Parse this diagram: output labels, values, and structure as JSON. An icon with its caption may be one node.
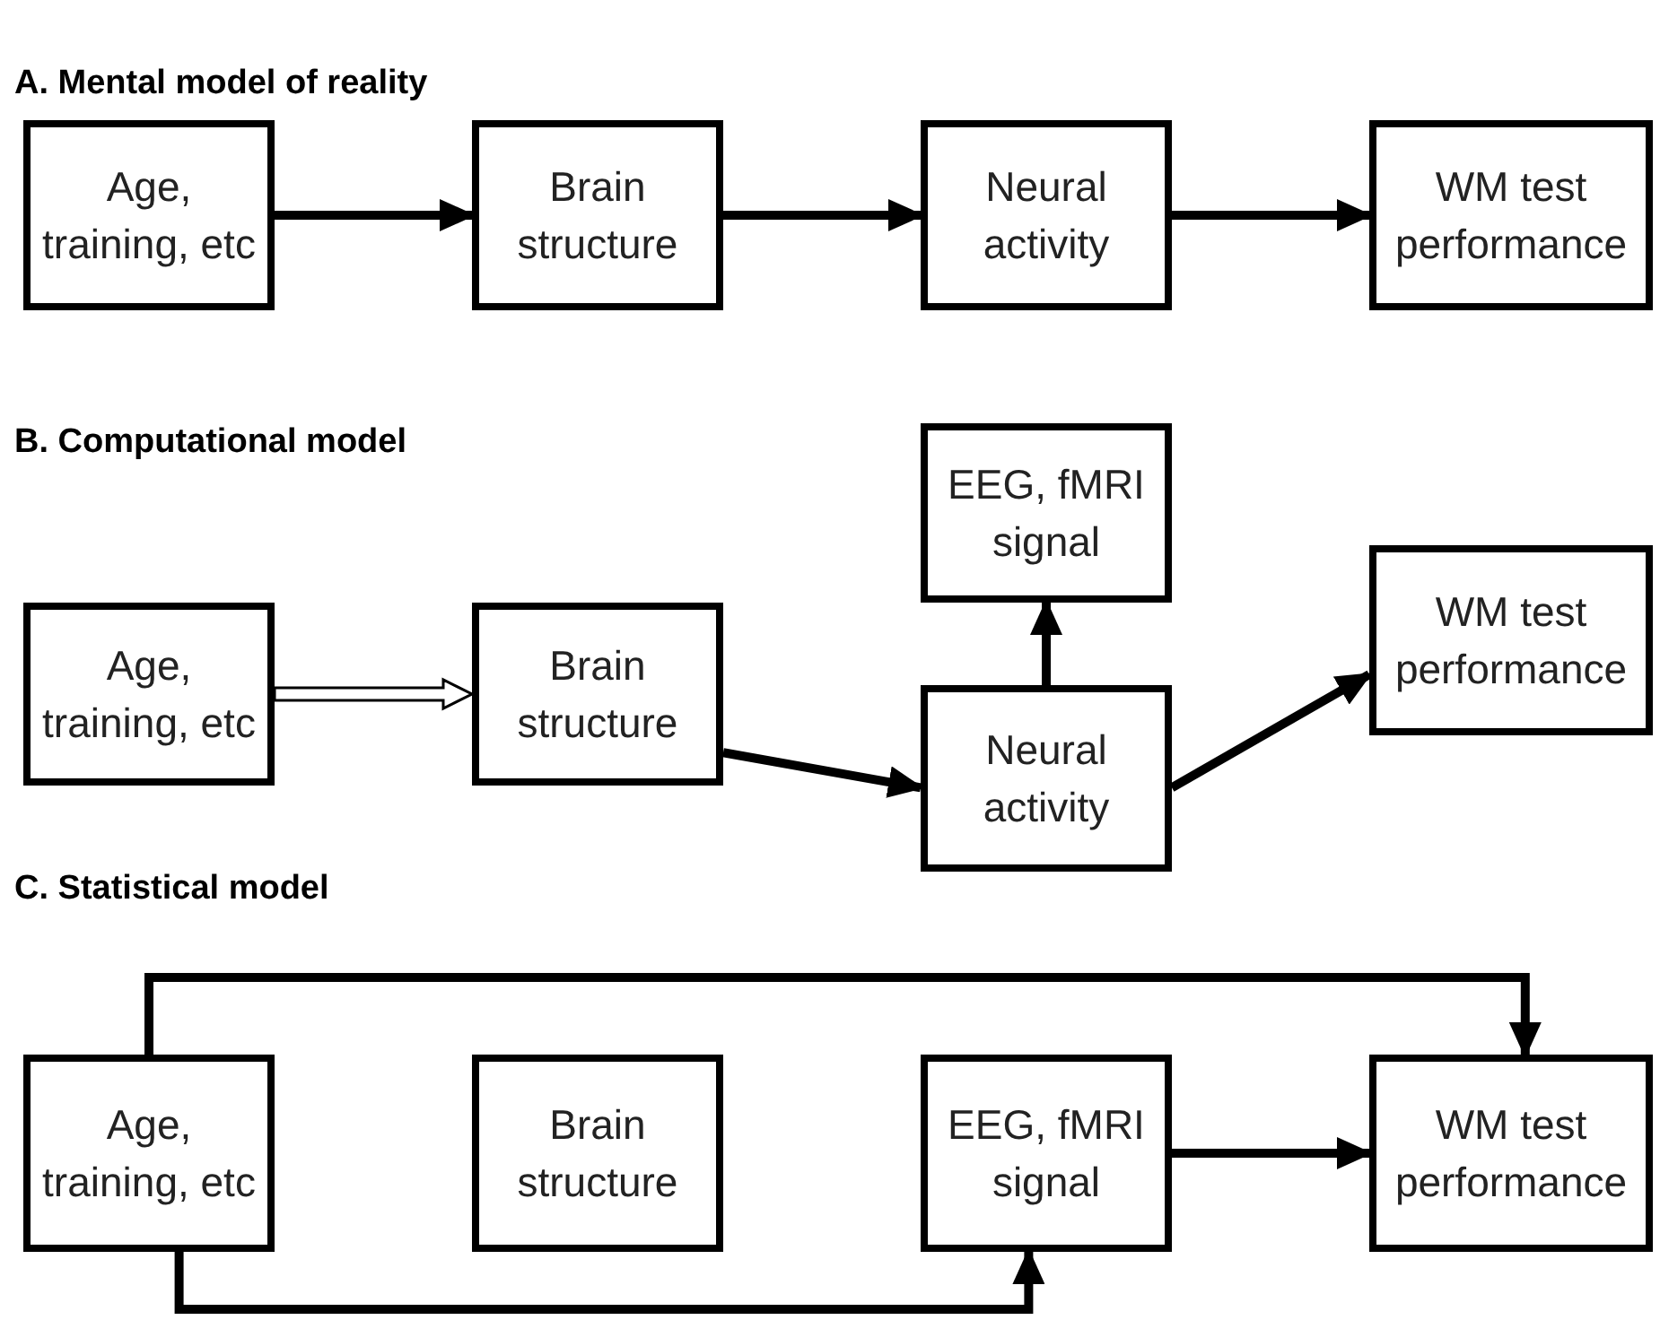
{
  "diagram": {
    "nodes": [
      {
        "text": [
          "Age, training, etc"
        ]
      },
      {
        "text": [
          "Brain structure"
        ]
      },
      {
        "text": [
          "Neural activity"
        ]
      },
      {
        "text": [
          "WM test performance"
        ]
      },
      {
        "text": [
          "Age, training, etc"
        ]
      },
      {
        "text": [
          "Brain structure"
        ]
      },
      {
        "text": [
          "EEG, fMRI signal"
        ]
      },
      {
        "text": [
          "Neural activity"
        ]
      },
      {
        "text": [
          "WM test performance"
        ]
      },
      {
        "text": [
          "Age, training, etc"
        ]
      },
      {
        "text": [
          "Brain structure"
        ]
      },
      {
        "text": [
          "EEG, fMRI signal"
        ]
      },
      {
        "text": [
          "WM test performance"
        ]
      }
    ],
    "edges": [
      {
        "from": 0,
        "to": 1,
        "arrow": "to"
      },
      {
        "from": 1,
        "to": 2,
        "arrow": "to"
      },
      {
        "from": 2,
        "to": 3,
        "arrow": "to"
      },
      {
        "from": 4,
        "to": 5,
        "arrow": "to",
        "color": "#ffffff"
      },
      {
        "from": 5,
        "to": 7,
        "arrow": "to"
      },
      {
        "from": 7,
        "to": 6,
        "arrow": "to"
      },
      {
        "from": 7,
        "to": 8,
        "arrow": "to"
      },
      {
        "from": 9,
        "to": 12,
        "arrow": "to"
      },
      {
        "from": 9,
        "to": 11,
        "arrow": "to"
      },
      {
        "from": 11,
        "to": 12,
        "arrow": "to"
      }
    ],
    "labels": [
      "A. Mental model of reality",
      "B. Computational model",
      "C. Statistical model"
    ]
  }
}
